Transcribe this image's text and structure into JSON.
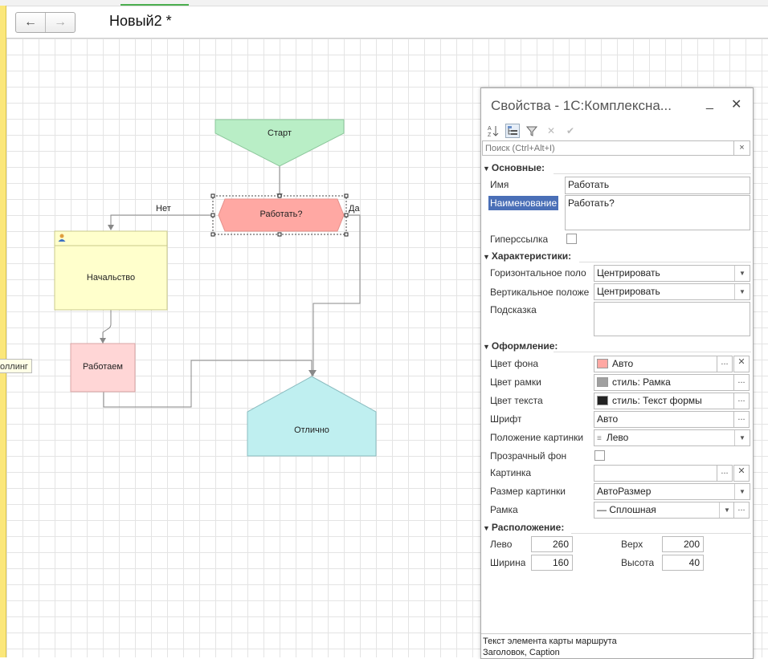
{
  "document": {
    "title": "Новый2 *"
  },
  "nav": {
    "back": "←",
    "forward": "→"
  },
  "canvas": {
    "nodes": {
      "start": "Старт",
      "condition": "Работать?",
      "boss": "Начальство",
      "working": "Работаем",
      "excellent": "Отлично"
    },
    "edges": {
      "no": "Нет",
      "yes": "Да"
    },
    "tooltip_fragment": "оллинг"
  },
  "colors": {
    "start_fill": "#b9eec6",
    "condition_fill": "#ffa8a3",
    "boss_fill": "#ffffcc",
    "working_fill": "#ffd6d6",
    "excellent_fill": "#bfeff0",
    "selection_accent": "#4a6fb7"
  },
  "panel": {
    "title": "Свойства - 1С:Комплексна...",
    "minimize": "_",
    "close": "✕",
    "toolbar_icons": [
      "sort-az-icon",
      "categories-icon",
      "filter-icon",
      "cancel-icon",
      "confirm-icon"
    ],
    "search_placeholder": "Поиск (Ctrl+Alt+I)",
    "search_clear": "×",
    "sections": {
      "basic": "Основные:",
      "characteristics": "Характеристики:",
      "appearance": "Оформление:",
      "layout": "Расположение:"
    },
    "fields": {
      "name_label": "Имя",
      "name_value": "Работать",
      "caption_label": "Наименование",
      "caption_value": "Работать?",
      "hyperlink_label": "Гиперссылка",
      "hyperlink_checked": false,
      "halign_label": "Горизонтальное поло",
      "halign_value": "Центрировать",
      "valign_label": "Вертикальное положе",
      "valign_value": "Центрировать",
      "tooltip_label": "Подсказка",
      "tooltip_value": "",
      "bgcolor_label": "Цвет фона",
      "bgcolor_value": "Авто",
      "bordercolor_label": "Цвет рамки",
      "bordercolor_value": "стиль: Рамка",
      "textcolor_label": "Цвет текста",
      "textcolor_value": "стиль: Текст формы",
      "font_label": "Шрифт",
      "font_value": "Авто",
      "picpos_label": "Положение картинки",
      "picpos_value": "Лево",
      "transparent_label": "Прозрачный фон",
      "transparent_checked": false,
      "picture_label": "Картинка",
      "picture_value": "",
      "picsize_label": "Размер картинки",
      "picsize_value": "АвтоРазмер",
      "border_label": "Рамка",
      "border_value": "— Сплошная",
      "left_label": "Лево",
      "left_value": "260",
      "top_label": "Верх",
      "top_value": "200",
      "width_label": "Ширина",
      "width_value": "160",
      "height_label": "Высота",
      "height_value": "40"
    },
    "ellipsis": "...",
    "description_line1": "Текст элемента карты маршрута",
    "description_line2": "Заголовок, Caption"
  }
}
